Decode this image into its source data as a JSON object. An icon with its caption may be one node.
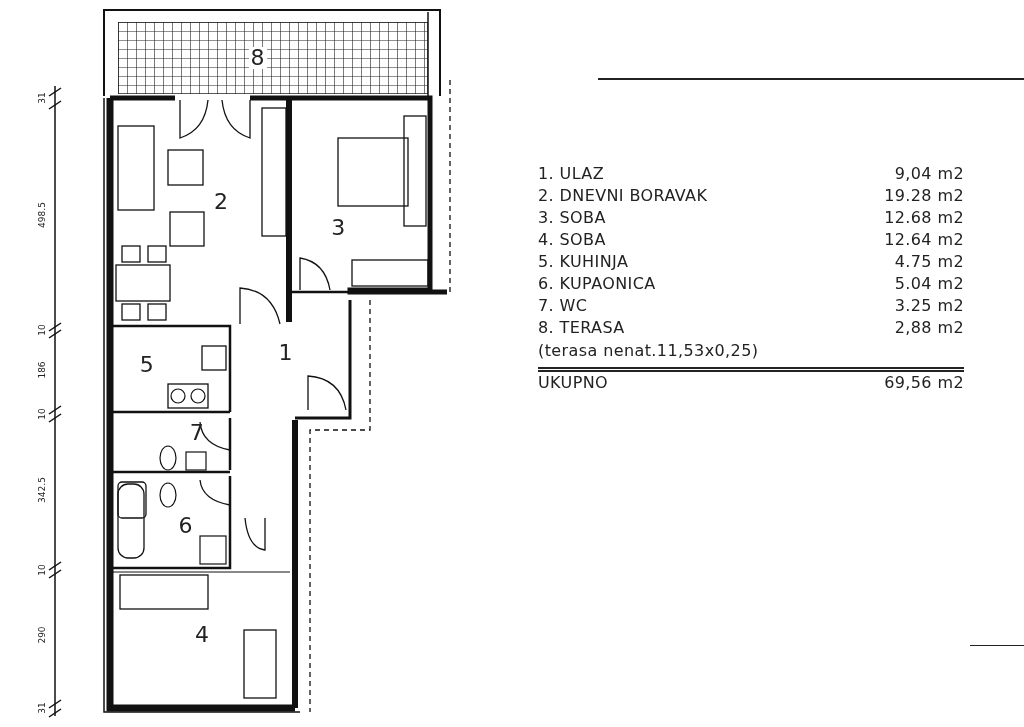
{
  "diagram": {
    "nodes": [
      {
        "text": [
          "8"
        ]
      },
      {
        "text": [
          "2"
        ]
      },
      {
        "text": [
          "3"
        ]
      },
      {
        "text": [
          "5"
        ]
      },
      {
        "text": [
          "1"
        ]
      },
      {
        "text": [
          "7"
        ]
      },
      {
        "text": [
          "6"
        ]
      },
      {
        "text": [
          "4"
        ]
      }
    ],
    "labels": [
      "31",
      "498.5",
      "10",
      "186",
      "10",
      "342.5",
      "10",
      "290",
      "31",
      "1. ULAZ",
      "9,04 m2",
      "2. DNEVNI BORAVAK",
      "19.28 m2",
      "3. SOBA",
      "12.68 m2",
      "4. SOBA",
      "12.64 m2",
      "5. KUHINJA",
      "4.75 m2",
      "6. KUPAONICA",
      "5.04 m2",
      "7. WC",
      "3.25 m2",
      "8. TERASA",
      "2,88 m2",
      "(terasa nenat.11,53x0,25)",
      "UKUPNO",
      "69,56 m2"
    ]
  }
}
